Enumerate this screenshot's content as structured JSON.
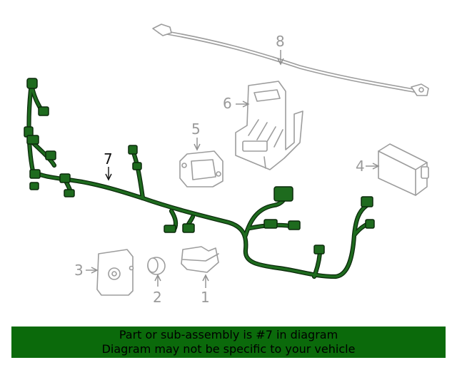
{
  "callouts": {
    "c1": "1",
    "c2": "2",
    "c3": "3",
    "c4": "4",
    "c5": "5",
    "c6": "6",
    "c7": "7",
    "c8": "8"
  },
  "highlight_color": "#1e6b1e",
  "banner": {
    "line1": "Part or sub-assembly is #7 in diagram",
    "line2": "Diagram may not be specific to your vehicle",
    "background": "#0b6a0b"
  }
}
